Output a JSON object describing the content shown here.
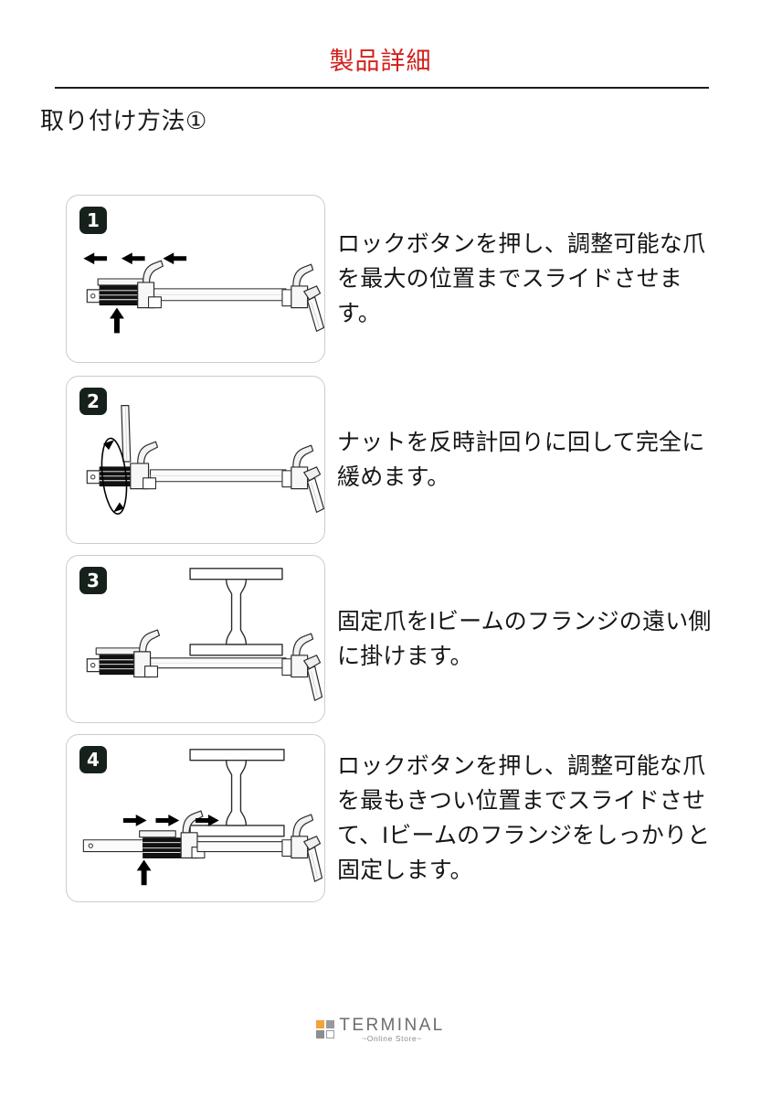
{
  "header": {
    "title": "製品詳細",
    "title_color": "#d0211c",
    "rule_color": "#1c1c22"
  },
  "section": {
    "heading": "取り付け方法①"
  },
  "steps": [
    {
      "badge": "1",
      "figure_name": "clamp-slide-open-diagram",
      "text": "ロックボタンを押し、調整可能な爪を最大の位置までスライドさせます。",
      "arrows": [
        "left",
        "left",
        "left",
        "up"
      ],
      "has_beam": false
    },
    {
      "badge": "2",
      "figure_name": "nut-loosen-diagram",
      "text": "ナットを反時計回りに回して完全に緩めます。",
      "arrows": [
        "counterclockwise"
      ],
      "has_beam": false
    },
    {
      "badge": "3",
      "figure_name": "hook-fixed-jaw-on-beam-diagram",
      "text": "固定爪をIビームのフランジの遠い側に掛けます。",
      "arrows": [],
      "has_beam": true
    },
    {
      "badge": "4",
      "figure_name": "clamp-tighten-on-beam-diagram",
      "text": "ロックボタンを押し、調整可能な爪を最もきつい位置までスライドさせて、Iビームのフランジをしっかりと固定します。",
      "arrows": [
        "right",
        "right",
        "right",
        "up"
      ],
      "has_beam": true
    }
  ],
  "footer": {
    "logo_word": "TERMINAL",
    "logo_sub": "~Online Store~",
    "logo_colors": {
      "orange": "#f2a33c",
      "gray": "#9a9a9a",
      "text": "#6d6d6d"
    }
  }
}
